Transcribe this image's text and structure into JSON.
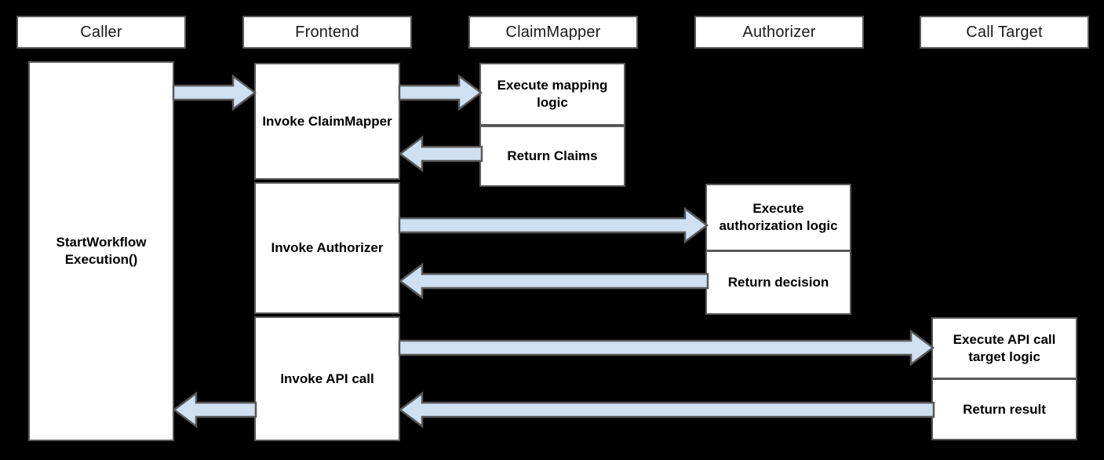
{
  "diagram": {
    "type": "sequence-diagram",
    "title": "",
    "background_color": "#000000",
    "box_fill": "#ffffff",
    "box_border": "#595959",
    "arrow_fill": "#cfe0f2",
    "arrow_border": "#595959",
    "lifelines": [
      {
        "id": "caller",
        "label": "Caller"
      },
      {
        "id": "frontend",
        "label": "Frontend"
      },
      {
        "id": "claimmapper",
        "label": "ClaimMapper"
      },
      {
        "id": "authorizer",
        "label": "Authorizer"
      },
      {
        "id": "calltarget",
        "label": "Call Target"
      }
    ],
    "activations": [
      {
        "id": "caller-act",
        "lifeline": "caller",
        "label": "StartWorkflow Execution()"
      },
      {
        "id": "frontend-act-1",
        "lifeline": "frontend",
        "label": "Invoke ClaimMapper"
      },
      {
        "id": "frontend-act-2",
        "lifeline": "frontend",
        "label": "Invoke Authorizer"
      },
      {
        "id": "frontend-act-3",
        "lifeline": "frontend",
        "label": "Invoke API call"
      },
      {
        "id": "claimmapper-act-1",
        "lifeline": "claimmapper",
        "label": "Execute mapping logic"
      },
      {
        "id": "claimmapper-act-2",
        "lifeline": "claimmapper",
        "label": "Return Claims"
      },
      {
        "id": "authorizer-act-1",
        "lifeline": "authorizer",
        "label": "Execute authorization logic"
      },
      {
        "id": "authorizer-act-2",
        "lifeline": "authorizer",
        "label": "Return decision"
      },
      {
        "id": "calltarget-act-1",
        "lifeline": "calltarget",
        "label": "Execute API call target logic"
      },
      {
        "id": "calltarget-act-2",
        "lifeline": "calltarget",
        "label": "Return result"
      }
    ],
    "messages": [
      {
        "id": "msg-caller-to-frontend",
        "from": "caller",
        "to": "frontend",
        "direction": "right",
        "label": ""
      },
      {
        "id": "msg-frontend-to-claimmapper",
        "from": "frontend",
        "to": "claimmapper",
        "direction": "right",
        "label": ""
      },
      {
        "id": "msg-claimmapper-to-frontend",
        "from": "claimmapper",
        "to": "frontend",
        "direction": "left",
        "label": ""
      },
      {
        "id": "msg-frontend-to-authorizer",
        "from": "frontend",
        "to": "authorizer",
        "direction": "right",
        "label": ""
      },
      {
        "id": "msg-authorizer-to-frontend",
        "from": "authorizer",
        "to": "frontend",
        "direction": "left",
        "label": ""
      },
      {
        "id": "msg-frontend-to-calltarget",
        "from": "frontend",
        "to": "calltarget",
        "direction": "right",
        "label": ""
      },
      {
        "id": "msg-calltarget-to-frontend",
        "from": "calltarget",
        "to": "frontend",
        "direction": "left",
        "label": ""
      },
      {
        "id": "msg-frontend-to-caller",
        "from": "frontend",
        "to": "caller",
        "direction": "left",
        "label": ""
      }
    ]
  }
}
